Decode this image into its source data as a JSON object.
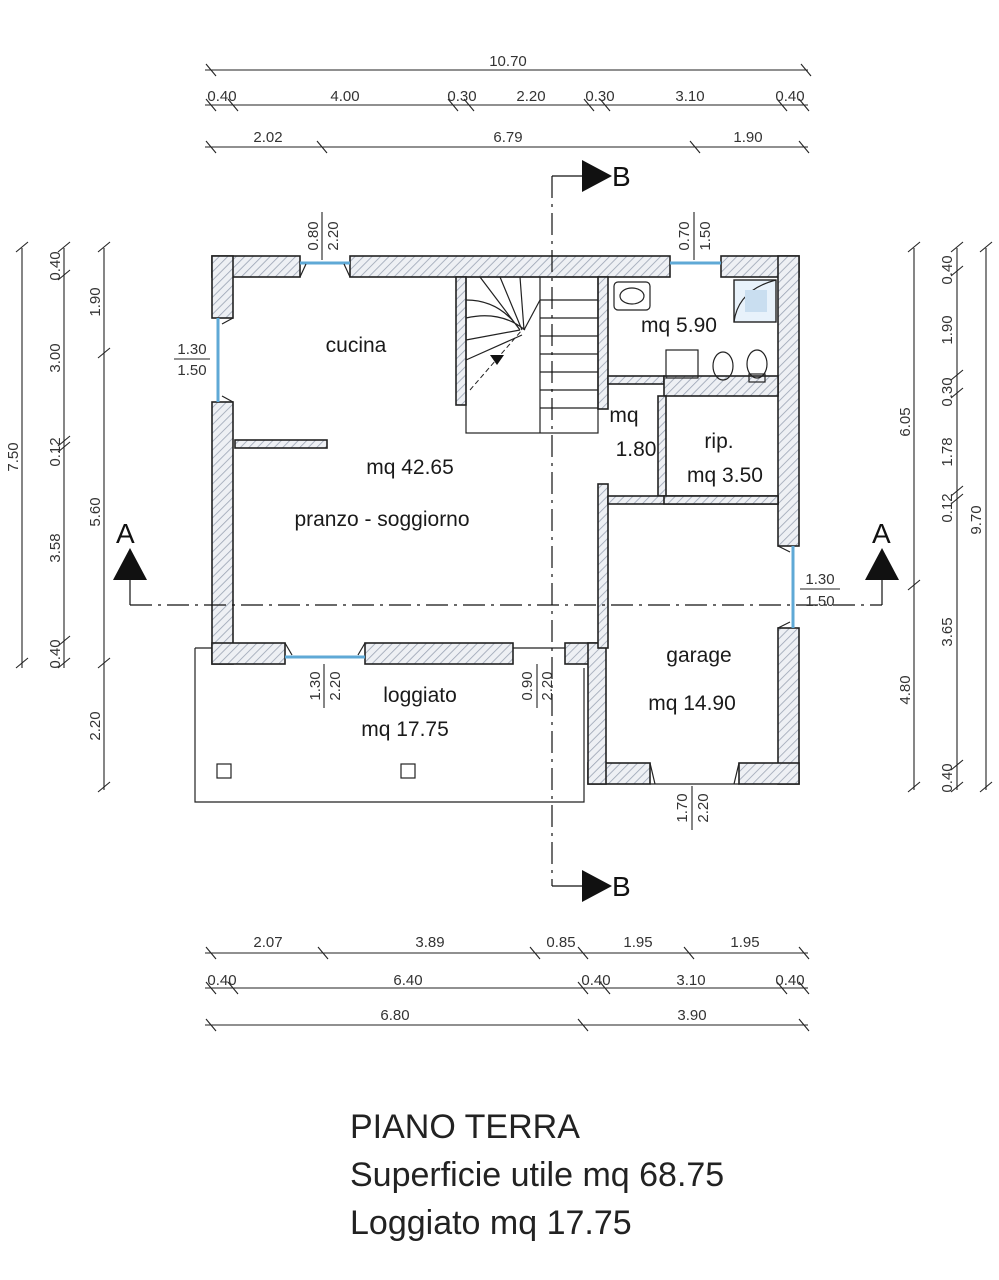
{
  "dimensions": {
    "top_total": "10.70",
    "top_row2": [
      "0.40",
      "4.00",
      "0.30",
      "2.20",
      "0.30",
      "3.10",
      "0.40"
    ],
    "top_row3": [
      "2.02",
      "6.79",
      "1.90"
    ],
    "bottom_row1": [
      "2.07",
      "3.89",
      "0.85",
      "1.95",
      "1.95"
    ],
    "bottom_row2": [
      "0.40",
      "6.40",
      "0.40",
      "3.10",
      "0.40"
    ],
    "bottom_row3": [
      "6.80",
      "3.90"
    ],
    "left_total": "7.50",
    "left_inner": [
      "0.40",
      "3.00",
      "0.12",
      "3.58",
      "0.40"
    ],
    "left_outer": [
      "1.90",
      "5.60",
      "2.20"
    ],
    "right_inner": [
      "0.40",
      "1.90",
      "0.30",
      "1.78",
      "0.12",
      "3.65",
      "0.40"
    ],
    "right_mid": [
      "6.05",
      "4.80"
    ],
    "right_total": "9.70"
  },
  "openings": {
    "kitchen_window_top": [
      "0.80",
      "2.20"
    ],
    "kitchen_window_left": [
      "1.30",
      "1.50"
    ],
    "bath_window_top": [
      "0.70",
      "1.50"
    ],
    "garage_window_right": [
      "1.30",
      "1.50"
    ],
    "living_door_bottom": [
      "1.30",
      "2.20"
    ],
    "entry_door_bottom": [
      "0.90",
      "2.20"
    ],
    "garage_door_bottom": [
      "1.70",
      "2.20"
    ]
  },
  "rooms": {
    "cucina": "cucina",
    "living_area": "mq 42.65",
    "living_name": "pranzo - soggiorno",
    "bath_area": "mq 5.90",
    "hall_mq": "mq",
    "hall_area": "1.80",
    "rip_name": "rip.",
    "rip_area": "mq 3.50",
    "garage_name": "garage",
    "garage_area": "mq 14.90",
    "loggiato_name": "loggiato",
    "loggiato_area": "mq 17.75"
  },
  "sections": {
    "a": "A",
    "b": "B"
  },
  "title": {
    "line1": "PIANO  TERRA",
    "line2": "Superficie utile mq 68.75",
    "line3": "Loggiato mq 17.75"
  }
}
